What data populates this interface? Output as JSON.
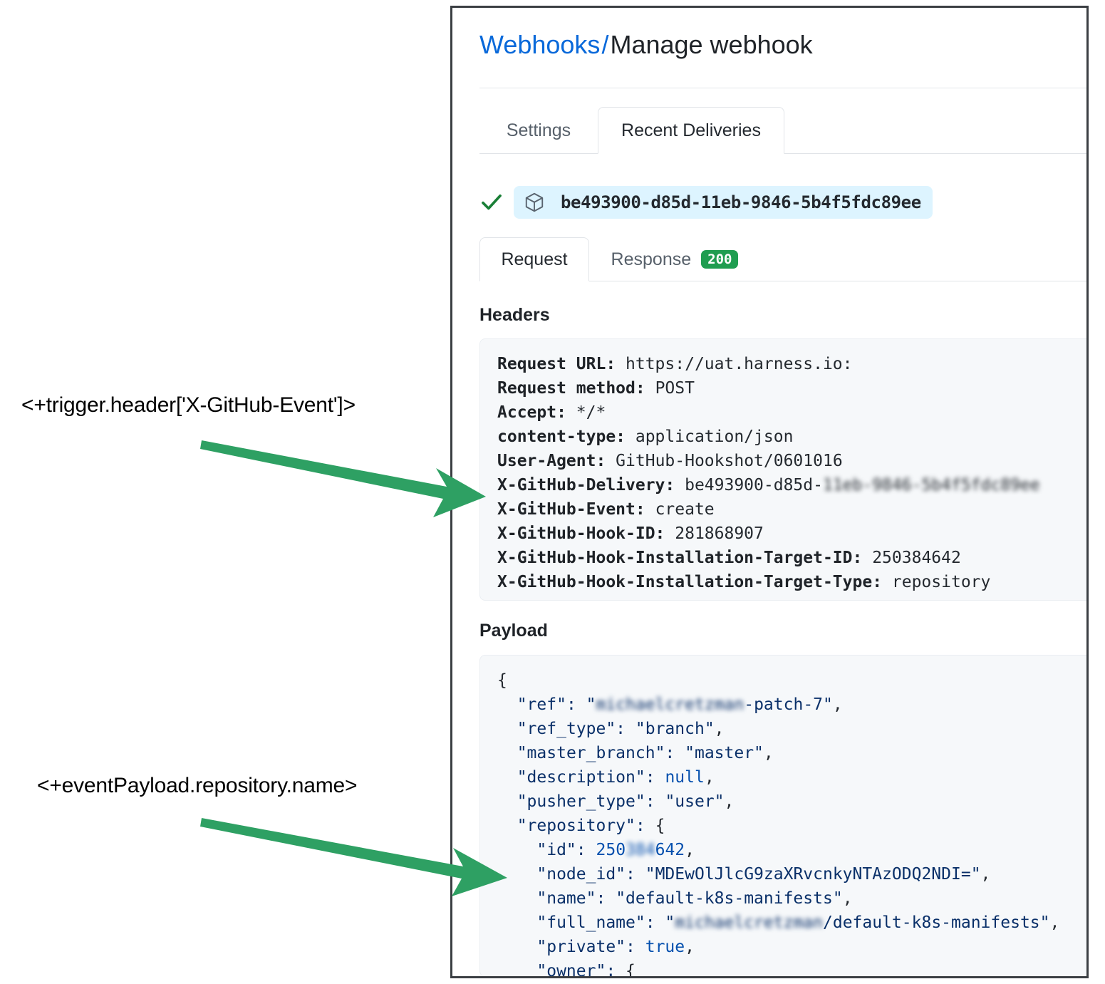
{
  "annotations": [
    {
      "id": "header-expression",
      "text": "<+trigger.header['X-GitHub-Event']>"
    },
    {
      "id": "payload-expression",
      "text": "<+eventPayload.repository.name>"
    }
  ],
  "colors": {
    "arrow_green": "#2ea063",
    "link_blue": "#0969da",
    "status_green": "#1f9d50",
    "pill_blue": "#ddf4ff",
    "code_bg": "#f6f8fa",
    "panel_border": "#3b3f43"
  },
  "panel": {
    "breadcrumb": {
      "link": "Webhooks",
      "separator": "/",
      "current": "Manage webhook"
    },
    "tabs": [
      {
        "label": "Settings",
        "selected": false
      },
      {
        "label": "Recent Deliveries",
        "selected": true
      }
    ],
    "delivery": {
      "status_icon": "check-icon",
      "package_icon": "package-icon",
      "guid": "be493900-d85d-11eb-9846-5b4f5fdc89ee"
    },
    "subtabs": [
      {
        "label": "Request",
        "selected": true
      },
      {
        "label": "Response",
        "selected": false,
        "badge": "200"
      }
    ],
    "headers": {
      "title": "Headers",
      "lines": [
        {
          "key": "Request URL:",
          "value": "https://uat.harness.io:"
        },
        {
          "key": "Request method:",
          "value": "POST"
        },
        {
          "key": "Accept:",
          "value": "*/*"
        },
        {
          "key": "content-type:",
          "value": "application/json"
        },
        {
          "key": "User-Agent:",
          "value": "GitHub-Hookshot/0601016"
        },
        {
          "key": "X-GitHub-Delivery:",
          "value": "be493900-d85d-",
          "redacted": "11eb-9846-5b4f5fdc89ee"
        },
        {
          "key": "X-GitHub-Event:",
          "value": "create"
        },
        {
          "key": "X-GitHub-Hook-ID:",
          "value": "281868907"
        },
        {
          "key": "X-GitHub-Hook-Installation-Target-ID:",
          "value": "250384642"
        },
        {
          "key": "X-GitHub-Hook-Installation-Target-Type:",
          "value": "repository"
        }
      ]
    },
    "payload": {
      "title": "Payload",
      "lines": [
        "{",
        "  \"ref\": \"michaelcretzman-patch-7\",",
        "  \"ref_type\": \"branch\",",
        "  \"master_branch\": \"master\",",
        "  \"description\": null,",
        "  \"pusher_type\": \"user\",",
        "  \"repository\": {",
        "    \"id\": 250384642,",
        "    \"node_id\": \"MDEwOlJlcG9zaXRvcnkyNTAzODQ2NDI=\",",
        "    \"name\": \"default-k8s-manifests\",",
        "    \"full_name\": \"michaelcretzman/default-k8s-manifests\",",
        "    \"private\": true,",
        "    \"owner\": {"
      ]
    }
  }
}
